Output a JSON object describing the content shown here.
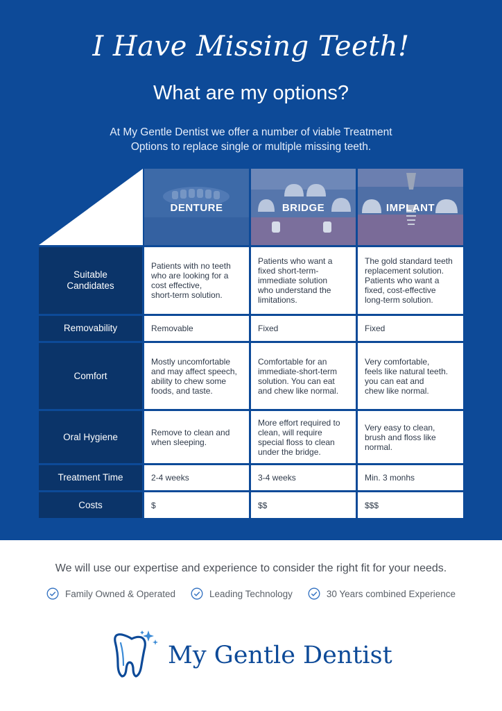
{
  "header": {
    "script_title": "I Have Missing Teeth!",
    "subtitle": "What are my options?",
    "intro_line1": "At My Gentle Dentist we offer a number of viable Treatment",
    "intro_line2": "Options to replace single or multiple missing teeth."
  },
  "table": {
    "columns": [
      "DENTURE",
      "BRIDGE",
      "IMPLANT"
    ],
    "rows": [
      {
        "label_lines": [
          "Suitable",
          "Candidates"
        ],
        "cells": [
          [
            "Patients with no teeth",
            "who are looking for a",
            "cost effective,",
            "short-term solution."
          ],
          [
            "Patients who want a",
            "fixed short-term-",
            "immediate solution",
            "who understand the",
            "limitations."
          ],
          [
            "The gold standard teeth",
            "replacement solution.",
            "Patients who want a",
            "fixed, cost-effective",
            "long-term solution."
          ]
        ]
      },
      {
        "label_lines": [
          "Removability"
        ],
        "cells": [
          [
            "Removable"
          ],
          [
            "Fixed"
          ],
          [
            "Fixed"
          ]
        ]
      },
      {
        "label_lines": [
          "Comfort"
        ],
        "cells": [
          [
            "Mostly uncomfortable",
            "and may affect speech,",
            "ability to chew some",
            "foods, and taste."
          ],
          [
            "Comfortable for an",
            "immediate-short-term",
            "solution. You can eat",
            "and chew like normal."
          ],
          [
            "Very comfortable,",
            "feels like natural teeth.",
            "you can eat and",
            "chew like normal."
          ]
        ]
      },
      {
        "label_lines": [
          "Oral Hygiene"
        ],
        "cells": [
          [
            "Remove to clean and",
            "when sleeping."
          ],
          [
            "More effort required to",
            "clean, will require",
            "special floss to clean",
            "under the bridge."
          ],
          [
            "Very easy to clean,",
            "brush and floss like",
            "normal."
          ]
        ]
      },
      {
        "label_lines": [
          "Treatment Time"
        ],
        "cells": [
          [
            "2-4 weeks"
          ],
          [
            "3-4 weeks"
          ],
          [
            "Min. 3 monhs"
          ]
        ]
      },
      {
        "label_lines": [
          "Costs"
        ],
        "cells": [
          [
            "$"
          ],
          [
            "$$"
          ],
          [
            "$$$"
          ]
        ]
      }
    ]
  },
  "footer": {
    "tagline": "We will use our expertise and experience to consider the right fit for your needs.",
    "features": [
      "Family Owned & Operated",
      "Leading Technology",
      "30 Years combined Experience"
    ],
    "brand_name": "My Gentle Dentist"
  },
  "colors": {
    "primary_blue": "#0d4a98",
    "row_header_navy": "#0b3469",
    "check_blue": "#2f6fc0"
  },
  "icons": [
    "check-circle-icon",
    "tooth-sparkle-icon"
  ]
}
